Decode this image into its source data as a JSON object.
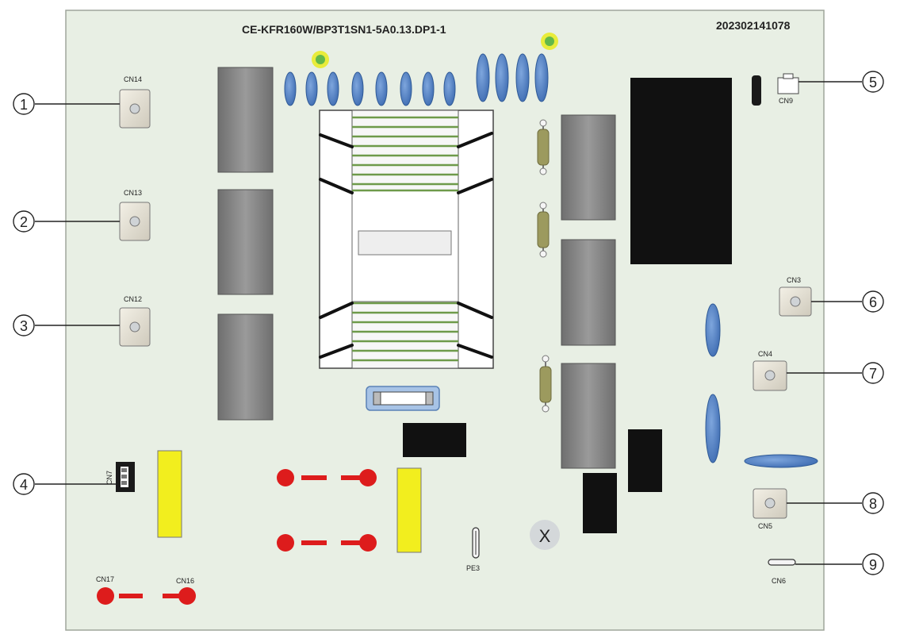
{
  "board": {
    "model": "CE-KFR160W/BP3T1SN1-5A0.13.DP1-1",
    "serial": "202302141078",
    "center_mark": "X"
  },
  "connectors": {
    "cn14": "CN14",
    "cn13": "CN13",
    "cn12": "CN12",
    "cn7": "CN7",
    "cn9": "CN9",
    "cn3": "CN3",
    "cn4": "CN4",
    "cn5": "CN5",
    "cn6": "CN6",
    "cn17": "CN17",
    "cn16": "CN16",
    "pe3": "PE3"
  },
  "callouts": [
    "1",
    "2",
    "3",
    "4",
    "5",
    "6",
    "7",
    "8",
    "9"
  ],
  "colors": {
    "board": "#e8efe4",
    "component_gray": "#8a8a8a",
    "capacitor_blue": "#4a7fc1",
    "yellow": "#f2ee1e",
    "red": "#dd1c1c",
    "heatsink_green": "#7aa05a",
    "resistor_olive": "#9c9a5e"
  }
}
